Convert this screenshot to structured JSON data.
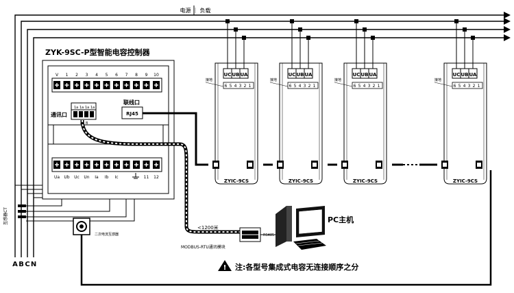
{
  "controller": {
    "title": "ZYK-9SC-P型智能电容控制器",
    "top_terminals": [
      "V",
      "1",
      "2",
      "3",
      "4",
      "5",
      "6",
      "7",
      "8",
      "9",
      "10"
    ],
    "comm_label": "通讯口",
    "comm_pins": [
      "1a",
      "1a",
      "1a",
      "1a"
    ],
    "comm_pin_letters": [
      "A",
      "B"
    ],
    "link_label": "联线口",
    "rj45_label": "RJ45",
    "bottom_terminals": [
      "Ua",
      "Ub",
      "Uc",
      "Un",
      "Ia",
      "Ib",
      "Ic",
      "",
      "",
      "11",
      "12"
    ]
  },
  "bus": {
    "label": "电源 ｜ 负载"
  },
  "modules": [
    {
      "name": "ZYIC-9CS",
      "phases": [
        "UC",
        "UB",
        "UA"
      ],
      "pins": [
        "6",
        "5",
        "4",
        "3",
        "2",
        "1"
      ],
      "ground": "接地"
    },
    {
      "name": "ZYIC-9CS",
      "phases": [
        "UC",
        "UB",
        "UA"
      ],
      "pins": [
        "6",
        "5",
        "4",
        "3",
        "2",
        "1"
      ],
      "ground": "接地"
    },
    {
      "name": "ZYIC-9CS",
      "phases": [
        "UC",
        "UB",
        "UA"
      ],
      "pins": [
        "6",
        "5",
        "4",
        "3",
        "2",
        "1"
      ],
      "ground": "接地"
    },
    {
      "name": "ZYIC-9CS",
      "phases": [
        "UC",
        "UB",
        "UA"
      ],
      "pins": [
        "6",
        "5",
        "4",
        "3",
        "2",
        "1"
      ],
      "ground": "接地"
    }
  ],
  "ct": {
    "left_label": "互感器CT",
    "right_label": "二次电流互感器"
  },
  "cable_label": "<1200米",
  "converter": {
    "label": "MODBUS-RTU通讯模块",
    "side": "RS485"
  },
  "pc_label": "PC主机",
  "phase_letters": [
    "A",
    "B",
    "C",
    "N"
  ],
  "note": "注:各型号集成式电容无连接顺序之分"
}
